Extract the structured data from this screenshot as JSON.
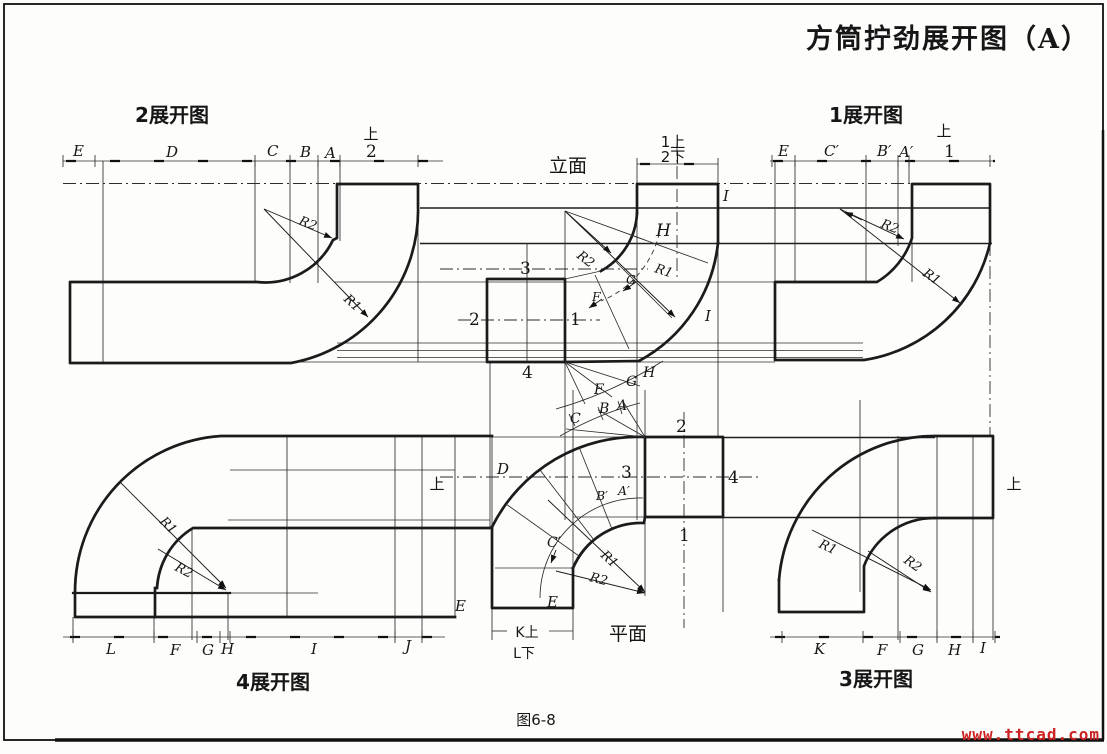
{
  "title": "方筒拧劲展开图（A）",
  "caption": "图6-8",
  "watermark": "www.ttcad.com",
  "colors": {
    "ink": "#1b1b1b",
    "red": "#cc2222",
    "paper": "#fdfdfb"
  },
  "d2": {
    "name": "2展开图",
    "up": "上",
    "e": "E",
    "d": "D",
    "c": "C",
    "b": "B",
    "a": "A",
    "n": "2",
    "r1": "R1",
    "r2": "R2"
  },
  "d1": {
    "name": "1展开图",
    "up": "上",
    "e": "E",
    "c": "C′",
    "b": "B′",
    "a": "A′",
    "n": "1",
    "r1": "R1",
    "r2": "R2"
  },
  "el": {
    "name": "立面",
    "t1": "1上",
    "t2": "2下",
    "s3": "3",
    "s2": "2",
    "s1": "1",
    "s4": "4",
    "h": "H",
    "i1": "I",
    "i2": "I",
    "g": "G",
    "f": "F",
    "ff": "F",
    "fg": "G",
    "fh": "H",
    "r1": "R1",
    "r2": "R2"
  },
  "pl": {
    "name": "平面",
    "s2": "2",
    "s3": "3",
    "s4": "4",
    "s1": "1",
    "d": "D",
    "c": "C",
    "b": "B",
    "a": "A",
    "cp": "C′",
    "bp": "B′",
    "ap": "A′",
    "e1": "E",
    "e2": "E",
    "k": "K上",
    "l": "L下",
    "r1": "R1",
    "r2": "R2"
  },
  "d4": {
    "name": "4展开图",
    "up": "上",
    "l": "L",
    "f": "F",
    "g": "G",
    "h": "H",
    "i": "I",
    "j": "J",
    "r1": "R1",
    "r2": "R2"
  },
  "d3": {
    "name": "3展开图",
    "up": "上",
    "k": "K",
    "f": "F",
    "g": "G",
    "h": "H",
    "i": "I",
    "r1": "R1",
    "r2": "R2"
  }
}
